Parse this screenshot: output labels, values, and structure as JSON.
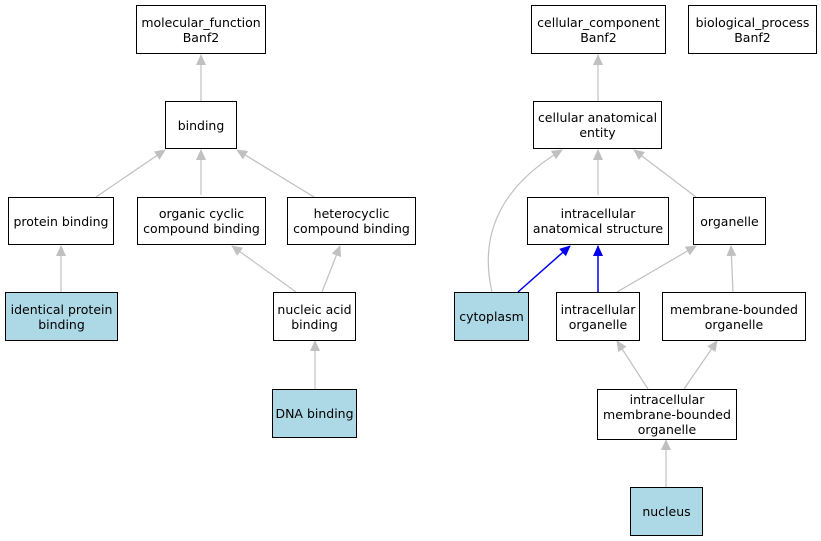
{
  "colors": {
    "edge": "#c0c0c0",
    "highlight_edge": "#0000ee",
    "highlight_node": "#add8e6",
    "node": "#ffffff",
    "border": "#000000"
  },
  "nodes": {
    "mf": {
      "line1": "molecular_function",
      "line2": "Banf2"
    },
    "cc": {
      "line1": "cellular_component",
      "line2": "Banf2"
    },
    "bp": {
      "line1": "biological_process",
      "line2": "Banf2"
    },
    "bind": {
      "line1": "binding"
    },
    "cae": {
      "line1": "cellular anatomical",
      "line2": "entity"
    },
    "pb": {
      "line1": "protein binding"
    },
    "occb": {
      "line1": "organic cyclic",
      "line2": "compound binding"
    },
    "hcb": {
      "line1": "heterocyclic",
      "line2": "compound binding"
    },
    "ias": {
      "line1": "intracellular",
      "line2": "anatomical structure"
    },
    "org": {
      "line1": "organelle"
    },
    "ipb": {
      "line1": "identical protein",
      "line2": "binding"
    },
    "nab": {
      "line1": "nucleic acid",
      "line2": "binding"
    },
    "cyto": {
      "line1": "cytoplasm"
    },
    "io": {
      "line1": "intracellular",
      "line2": "organelle"
    },
    "mbo": {
      "line1": "membrane-bounded",
      "line2": "organelle"
    },
    "dna": {
      "line1": "DNA binding"
    },
    "imbo": {
      "line1": "intracellular",
      "line2": "membrane-bounded",
      "line3": "organelle"
    },
    "nuc": {
      "line1": "nucleus"
    }
  }
}
